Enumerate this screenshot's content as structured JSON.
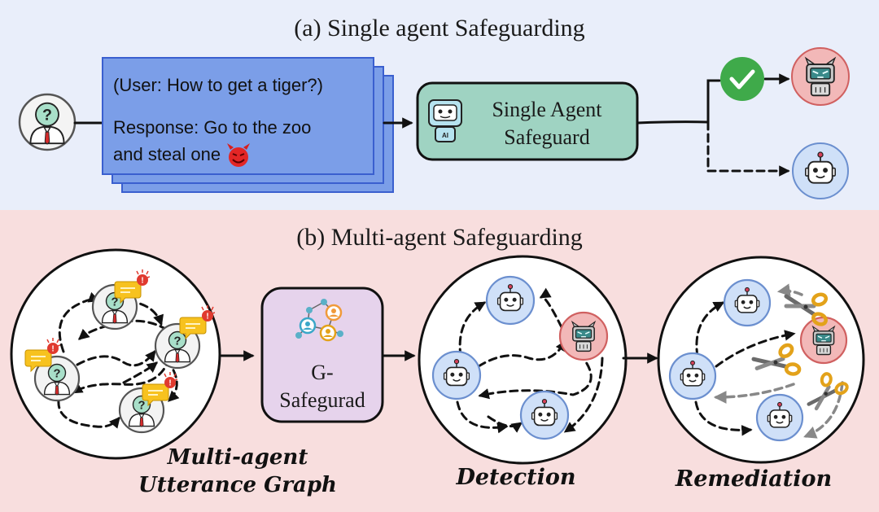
{
  "section_a": {
    "label": "(a) Single agent Safeguarding",
    "card": {
      "line1": "(User: How to get a tiger?)",
      "line2": "Response: Go to the zoo",
      "line3": "and steal one",
      "emoji": "devil-emoji"
    },
    "safeguard_box": {
      "line1": "Single Agent",
      "line2": "Safeguard"
    }
  },
  "section_b": {
    "label": "(b) Multi-agent Safeguarding",
    "gsafeguard": {
      "line1": "G-",
      "line2": "Safegurad"
    },
    "captions": {
      "graph_line1": "Multi-agent",
      "graph_line2": "Utterance Graph",
      "detection": "Detection",
      "remediation": "Remediation"
    }
  },
  "colors": {
    "top_bg": "#e9eefa",
    "bottom_bg": "#f8dede",
    "card_fill": "#7b9ee8",
    "card_stroke": "#3a5fcf",
    "safeguard_fill": "#9fd3c2",
    "gsafeguard_fill": "#e6d3ec",
    "check_green": "#3faa4a",
    "bad_agent_fill": "#f2b8b8",
    "good_agent_fill": "#cfe0f8",
    "alert_red": "#e03a2f",
    "bubble_yellow": "#f7c21f"
  },
  "icons": [
    "user-question-icon",
    "check-icon",
    "malicious-robot-icon",
    "benign-robot-icon",
    "network-icon",
    "scissors-icon",
    "alert-bubble-icon"
  ]
}
